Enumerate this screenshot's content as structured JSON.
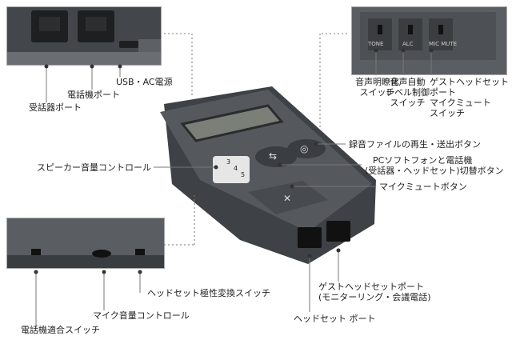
{
  "callouts": {
    "handset_port": "受話器ポート",
    "phone_port": "電話機ポート",
    "usb_ac": "USB・AC電源",
    "clarity_switch": [
      "音声明瞭化",
      "スイッチ"
    ],
    "auto_level_switch": [
      "音声自動",
      "レベル制御",
      "スイッチ"
    ],
    "guest_mute_switch": [
      "ゲストヘッドセット",
      "ポート",
      "マイクミュート",
      "スイッチ"
    ],
    "record_button": "録音ファイルの再生・送出ボタン",
    "softphone_button": [
      "PCソフトフォンと電話機",
      "(受話器・ヘッドセット)切替ボタン"
    ],
    "speaker_volume": "スピーカー音量コントロール",
    "mic_mute_button": "マイクミュートボタン",
    "polarity_switch": "ヘッドセット極性変換スイッチ",
    "mic_volume": "マイク音量コントロール",
    "phone_compat_switch": "電話機適合スイッチ",
    "guest_port": [
      "ゲストヘッドセットポート",
      "(モニターリング・会議電話)"
    ],
    "headset_port": "ヘッドセット ポート"
  },
  "switch_labels": [
    "TONE",
    "ALC",
    "MIC MUTE"
  ],
  "dial_digits": [
    "3",
    "4",
    "5"
  ],
  "colors": {
    "device_body": "#4a4d51",
    "device_top": "#5b5e62",
    "lcd": "#7a7f77",
    "leader_line": "#777777",
    "dot": "#333333"
  },
  "icons": [
    "phone-swap-icon",
    "cassette-icon",
    "mic-mute-icon"
  ]
}
